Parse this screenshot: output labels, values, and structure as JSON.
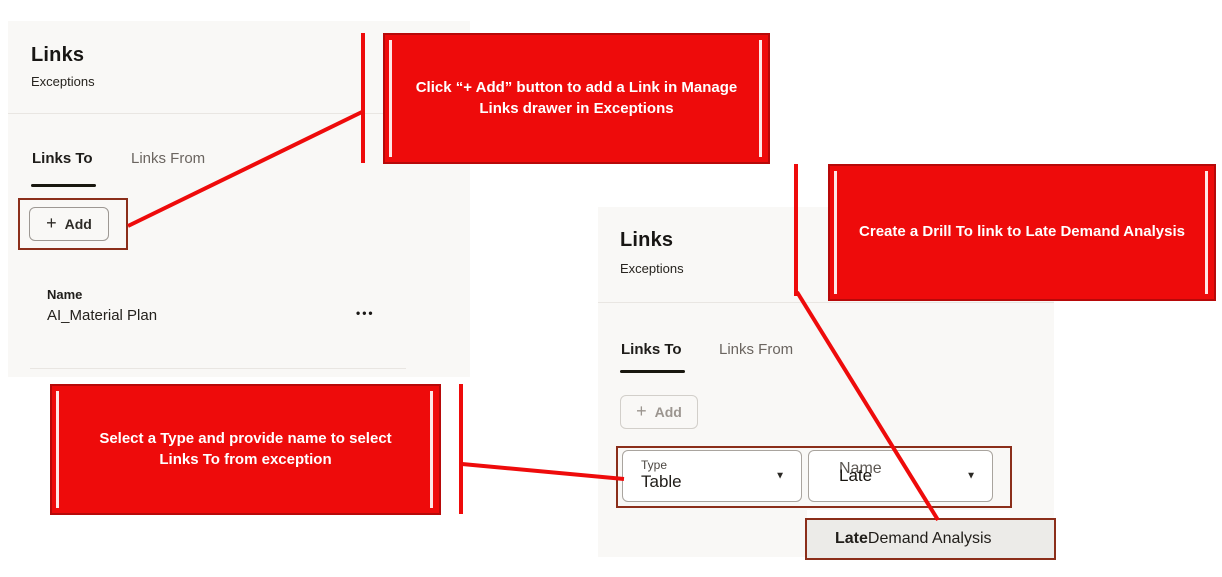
{
  "colors": {
    "callout_fill": "#ee0b0b",
    "callout_border": "#b70909",
    "annotation_border": "#8b2e1a",
    "panel_background": "#f9f8f6",
    "active_tab_underline": "#19170f",
    "suggestion_background": "#ecebe8"
  },
  "icons": {
    "plus": "+",
    "caret_down": "▼",
    "more": "•••"
  },
  "left_panel": {
    "title": "Links",
    "subtitle": "Exceptions",
    "tabs": {
      "links_to": "Links To",
      "links_from": "Links From"
    },
    "add_button_label": "Add",
    "list": {
      "name_header": "Name",
      "rows": [
        {
          "name": "AI_Material Plan"
        }
      ]
    }
  },
  "right_panel": {
    "title": "Links",
    "subtitle": "Exceptions",
    "tabs": {
      "links_to": "Links To",
      "links_from": "Links From"
    },
    "add_button_label": "Add",
    "type_dropdown": {
      "label": "Type",
      "value": "Table"
    },
    "name_dropdown": {
      "label": "Name",
      "value": "Late"
    },
    "suggestion": {
      "highlight": "Late",
      "rest": " Demand Analysis"
    }
  },
  "callouts": {
    "add_link": "Click “+ Add” button to add a Link in Manage Links drawer in Exceptions",
    "select_type": "Select a Type and provide name to select Links To from exception",
    "drill_to": "Create a Drill To link to Late Demand Analysis"
  }
}
